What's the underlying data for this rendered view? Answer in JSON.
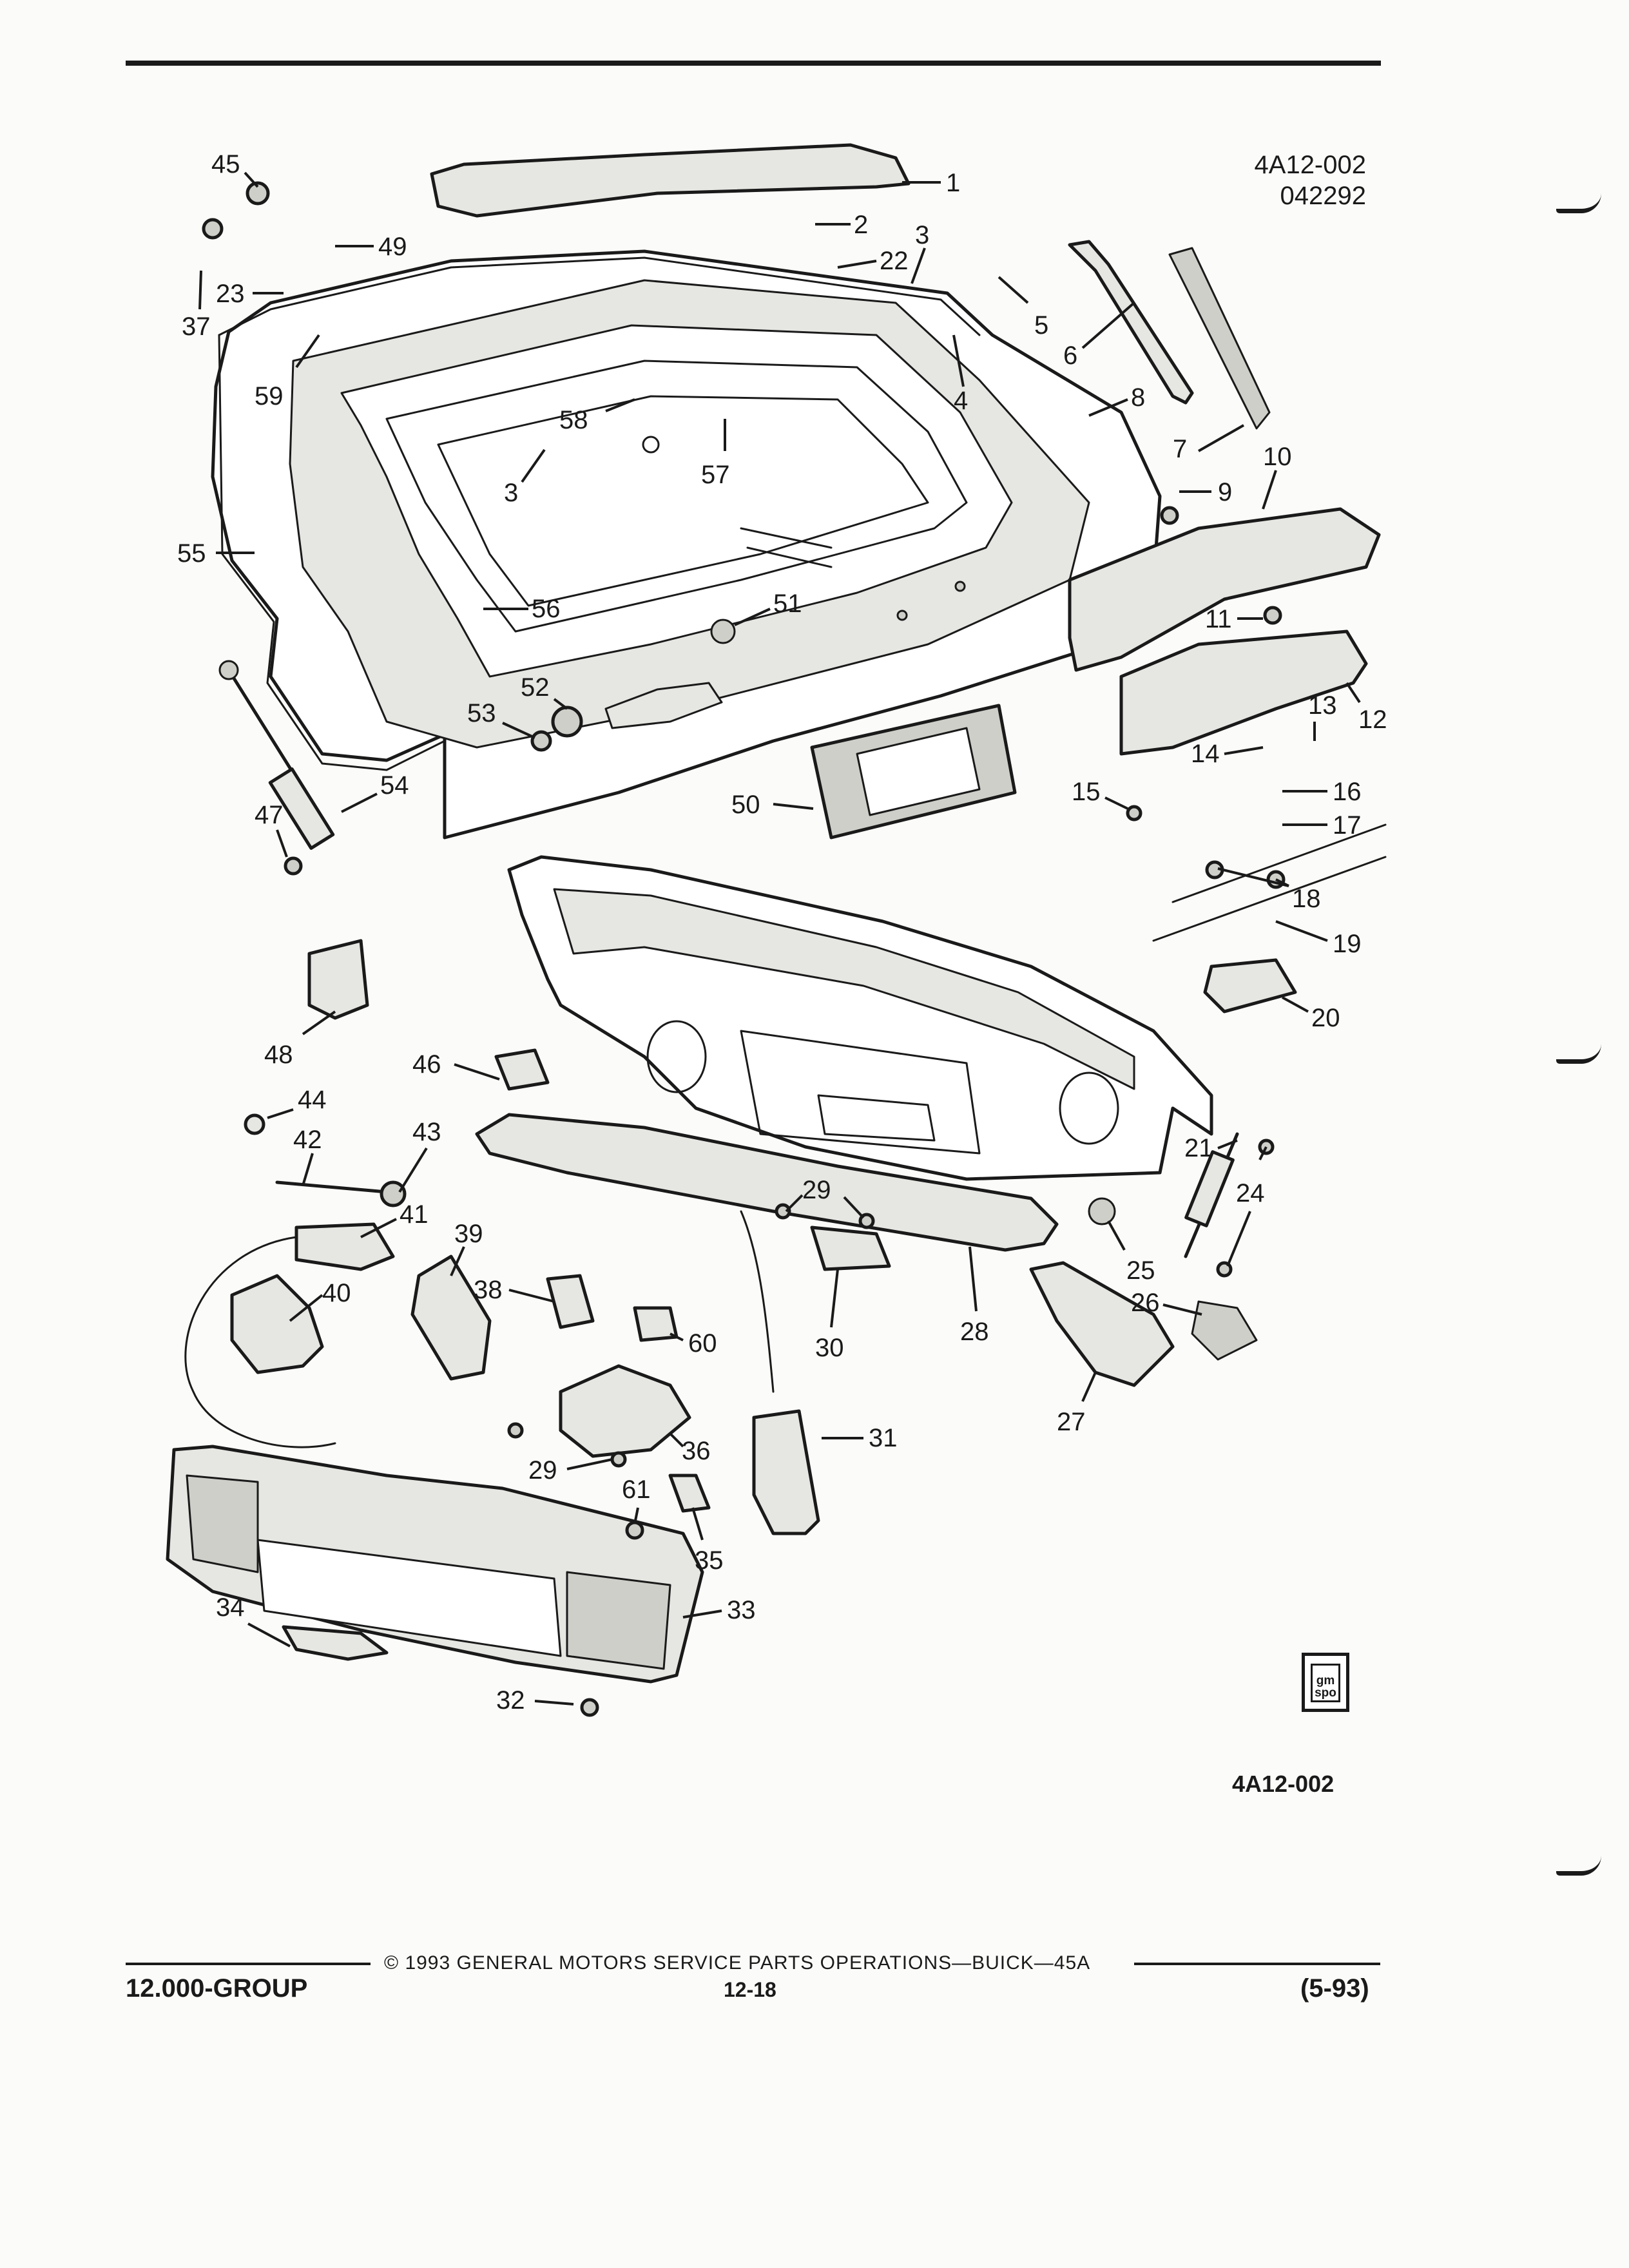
{
  "header": {
    "illustration_code": "4A12-002",
    "illustration_date": "042292"
  },
  "callouts": [
    "1",
    "2",
    "3",
    "22",
    "45",
    "49",
    "23",
    "37",
    "5",
    "6",
    "7",
    "8",
    "59",
    "4",
    "58",
    "57",
    "3",
    "10",
    "9",
    "55",
    "56",
    "51",
    "11",
    "12",
    "13",
    "52",
    "53",
    "14",
    "16",
    "15",
    "17",
    "18",
    "19",
    "50",
    "54",
    "47",
    "48",
    "20",
    "46",
    "44",
    "42",
    "43",
    "21",
    "24",
    "29",
    "41",
    "39",
    "25",
    "38",
    "40",
    "60",
    "30",
    "28",
    "26",
    "27",
    "31",
    "36",
    "29",
    "61",
    "35",
    "34",
    "33",
    "32"
  ],
  "badge": {
    "line1": "gm",
    "line2": "spo"
  },
  "figure_code": "4A12-002",
  "footer": {
    "copyright": "© 1993 GENERAL MOTORS SERVICE PARTS OPERATIONS—BUICK—45A",
    "group": "12.000-GROUP",
    "page": "12-18",
    "date": "(5-93)"
  }
}
